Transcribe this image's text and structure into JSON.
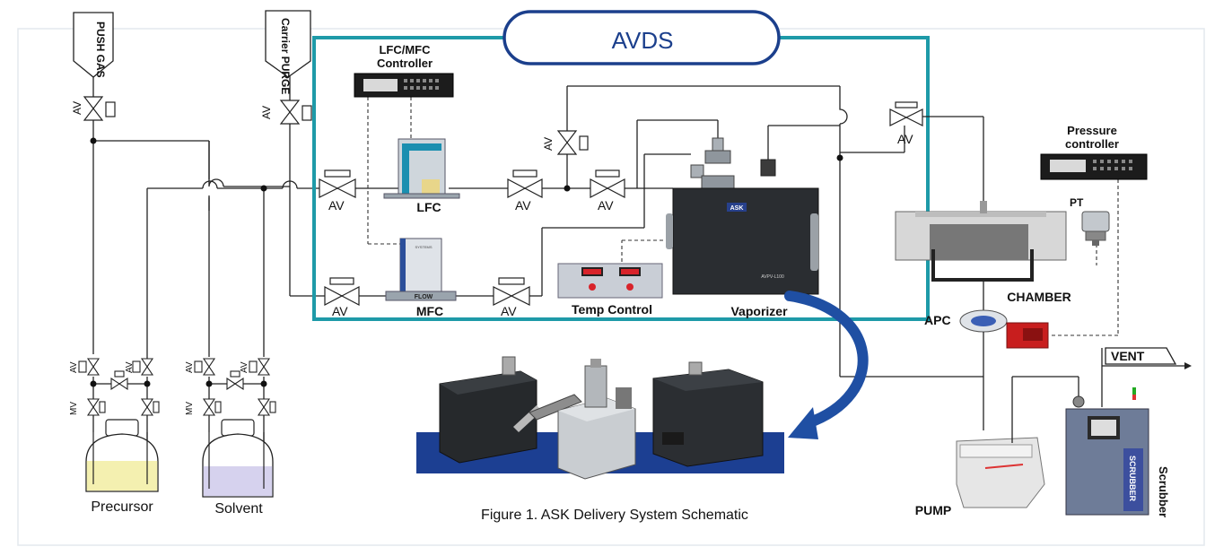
{
  "title": "AVDS",
  "caption": "Figure 1. ASK Delivery System Schematic",
  "colors": {
    "frame": "#1e9aa8",
    "pill": "#1b3f8c",
    "arrow": "#1f4fa3",
    "precursor_fill": "#f4f0b0",
    "solvent_fill": "#d6d2ee"
  },
  "gas_inputs": {
    "push_gas": "PUSH GAS",
    "carrier_purge": "Carrier PURGE"
  },
  "valve_labels": {
    "av": "AV",
    "mv": "MV",
    "apc": "APC",
    "pt": "PT"
  },
  "controllers": {
    "lfc_mfc": [
      "LFC/MFC",
      "Controller"
    ],
    "pressure": [
      "Pressure",
      "controller"
    ]
  },
  "devices": {
    "lfc": "LFC",
    "mfc": "MFC",
    "temp_control": "Temp Control",
    "vaporizer": "Vaporizer",
    "chamber": "CHAMBER",
    "pump": "PUMP",
    "vent": "VENT",
    "scrubber": "Scrubber",
    "scrubber_panel": "SCRUBBER"
  },
  "vessels": {
    "precursor": "Precursor",
    "solvent": "Solvent"
  },
  "instrument_marks": {
    "flow": "FLOW",
    "vaporizer_model": "AVPV-L100",
    "badge": "ASK",
    "systems": "SYSTEMS"
  }
}
